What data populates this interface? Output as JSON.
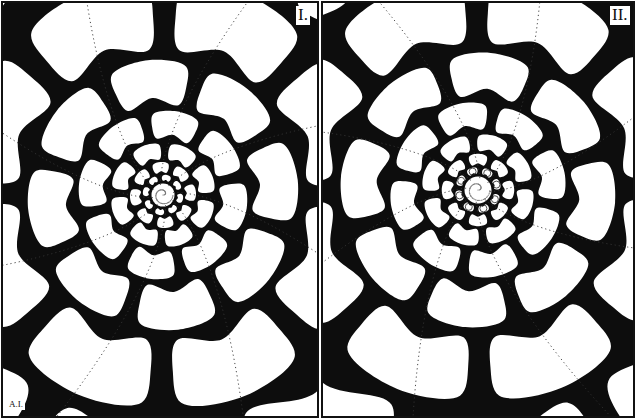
{
  "diagram": {
    "labels": [
      "I.",
      "II.",
      "A.I."
    ]
  }
}
